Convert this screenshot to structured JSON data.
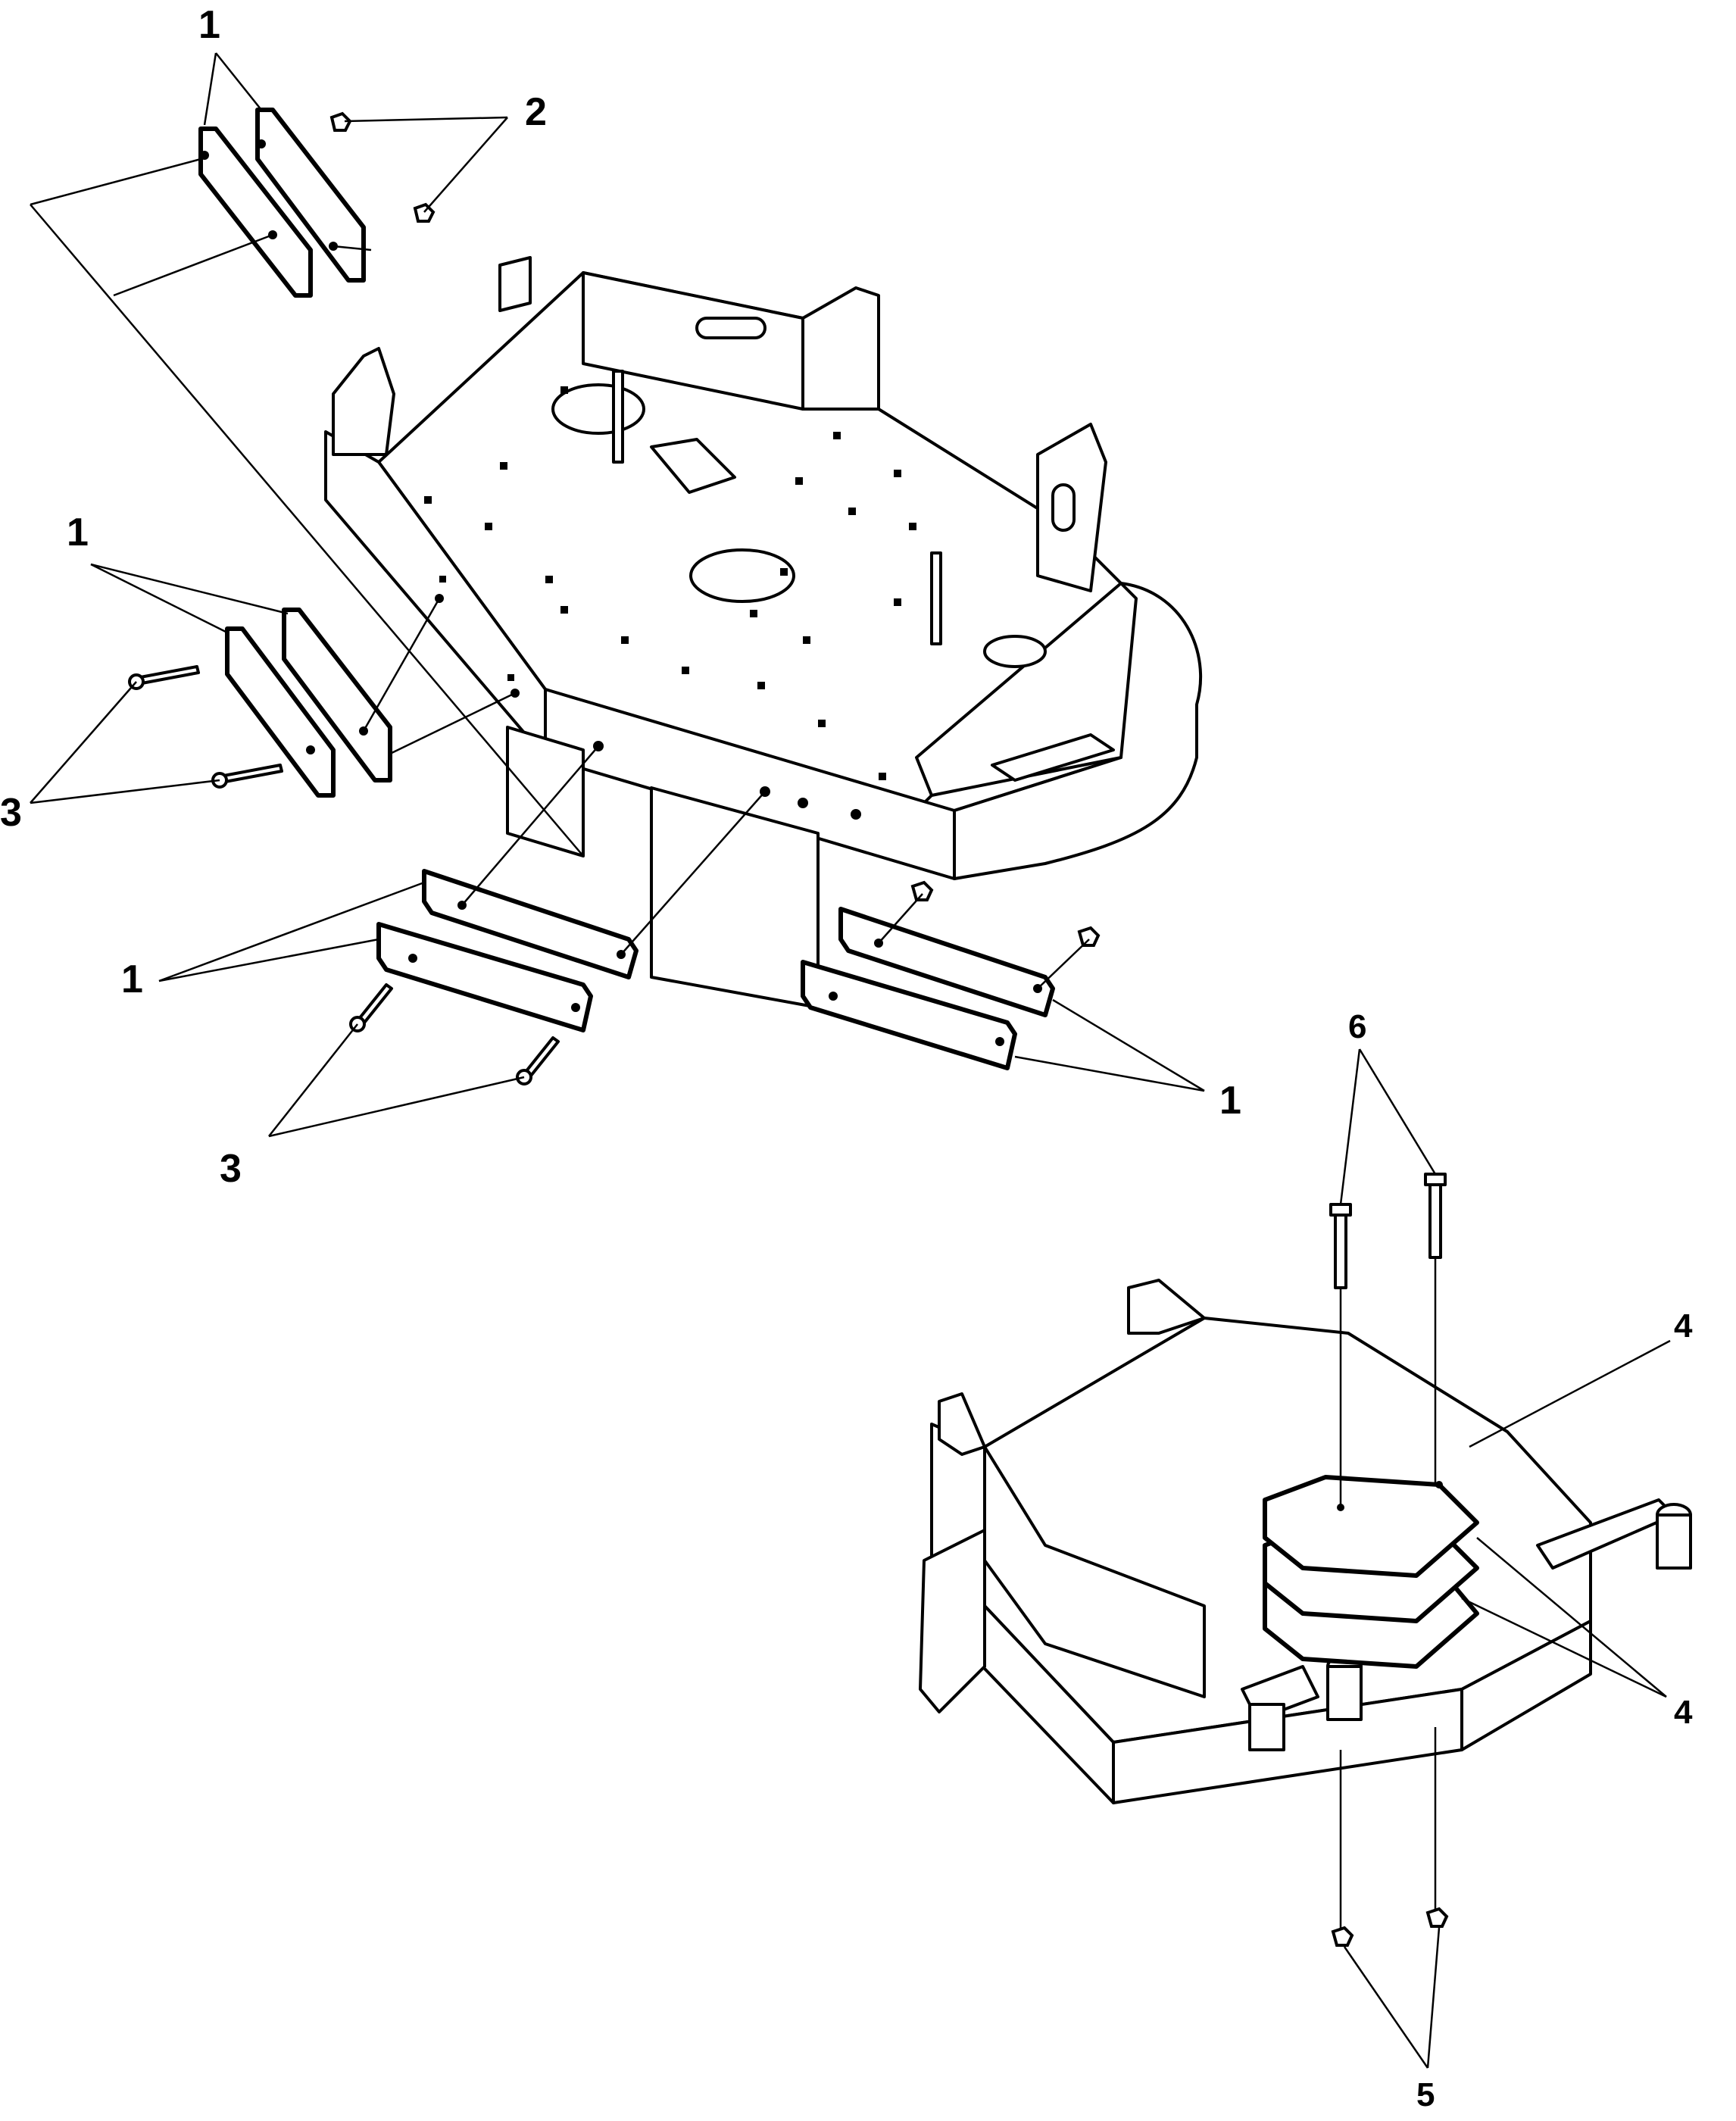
{
  "callouts": {
    "c1_top": "1",
    "c2_top": "2",
    "c1_left": "1",
    "c3_left": "3",
    "c1_lower_left": "1",
    "c3_lower": "3",
    "c1_lower_right": "1",
    "c6": "6",
    "c4_top": "4",
    "c4_lower": "4",
    "c5": "5"
  }
}
